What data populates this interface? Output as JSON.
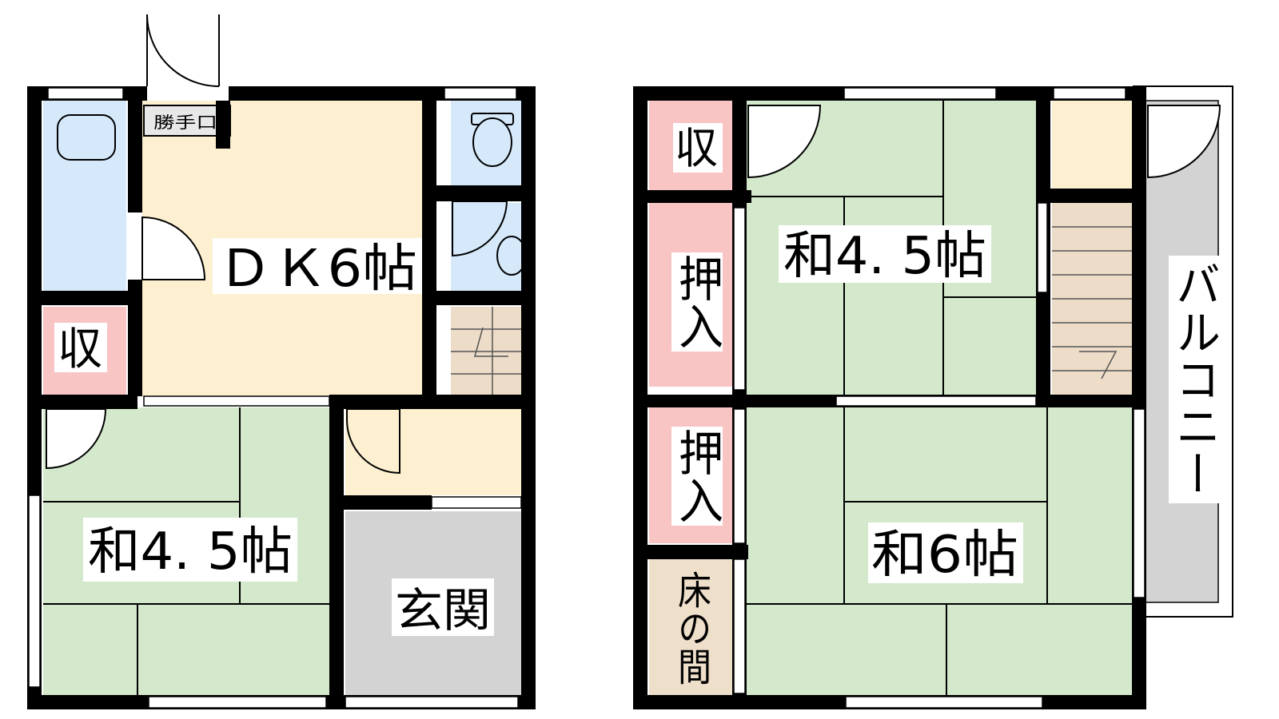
{
  "floor1": {
    "dk": "ＤＫ6帖",
    "kattekuchi": "勝手口",
    "storage": "収",
    "washitsu": "和4. 5帖",
    "genkan": "玄関"
  },
  "floor2": {
    "storage": "収",
    "oshiire1": "押入",
    "oshiire2": "押入",
    "washitsu_small": "和4. 5帖",
    "washitsu_large": "和6帖",
    "tokonoma": "床の間",
    "balcony": "バルコニー"
  },
  "colors": {
    "wall": "#000000",
    "dk_floor": "#fcf0d0",
    "tatami": "#d4e9cc",
    "wet_area": "#d6e9fb",
    "storage": "#f8c4c4",
    "genkan": "#d3d3d3",
    "stairs": "#ecdcc8",
    "balcony": "#d3d3d3",
    "tokonoma": "#eedfca"
  }
}
